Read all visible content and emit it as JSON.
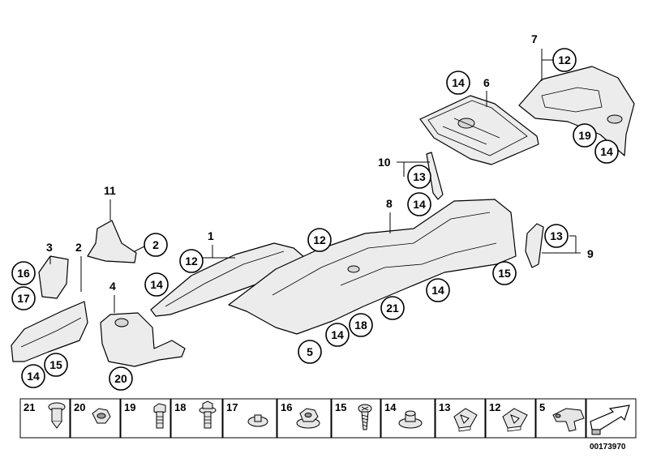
{
  "diagram": {
    "callouts": [
      {
        "id": "c-7",
        "text": "7"
      },
      {
        "id": "c-12a",
        "text": "12"
      },
      {
        "id": "c-14a",
        "text": "14"
      },
      {
        "id": "c-6",
        "text": "6"
      },
      {
        "id": "c-19",
        "text": "19"
      },
      {
        "id": "c-14b",
        "text": "14"
      },
      {
        "id": "c-10",
        "text": "10"
      },
      {
        "id": "c-13a",
        "text": "13"
      },
      {
        "id": "c-14c",
        "text": "14"
      },
      {
        "id": "c-11",
        "text": "11"
      },
      {
        "id": "c-8",
        "text": "8"
      },
      {
        "id": "c-1",
        "text": "1"
      },
      {
        "id": "c-2a",
        "text": "2"
      },
      {
        "id": "c-13b",
        "text": "13"
      },
      {
        "id": "c-9",
        "text": "9"
      },
      {
        "id": "c-3",
        "text": "3"
      },
      {
        "id": "c-2b",
        "text": "2"
      },
      {
        "id": "c-12b",
        "text": "12"
      },
      {
        "id": "c-12c",
        "text": "12"
      },
      {
        "id": "c-16",
        "text": "16"
      },
      {
        "id": "c-15a",
        "text": "15"
      },
      {
        "id": "c-4",
        "text": "4"
      },
      {
        "id": "c-14d",
        "text": "14"
      },
      {
        "id": "c-17",
        "text": "17"
      },
      {
        "id": "c-14e",
        "text": "14"
      },
      {
        "id": "c-21",
        "text": "21"
      },
      {
        "id": "c-18",
        "text": "18"
      },
      {
        "id": "c-14f",
        "text": "14"
      },
      {
        "id": "c-5",
        "text": "5"
      },
      {
        "id": "c-14g",
        "text": "14"
      },
      {
        "id": "c-15b",
        "text": "15"
      },
      {
        "id": "c-20",
        "text": "20"
      }
    ]
  },
  "legend": {
    "cells": [
      {
        "number": "21",
        "part": "push-rivet"
      },
      {
        "number": "20",
        "part": "hex-nut"
      },
      {
        "number": "19",
        "part": "hex-bolt"
      },
      {
        "number": "18",
        "part": "collar-bolt"
      },
      {
        "number": "17",
        "part": "washer-clip"
      },
      {
        "number": "16",
        "part": "collar-nut"
      },
      {
        "number": "15",
        "part": "screw"
      },
      {
        "number": "14",
        "part": "dome-nut"
      },
      {
        "number": "13",
        "part": "speed-clip"
      },
      {
        "number": "12",
        "part": "speed-nut"
      },
      {
        "number": "5",
        "part": "bracket"
      },
      {
        "number": "",
        "part": "direction-arrow"
      }
    ]
  },
  "footer": {
    "doc_id": "00173970"
  }
}
